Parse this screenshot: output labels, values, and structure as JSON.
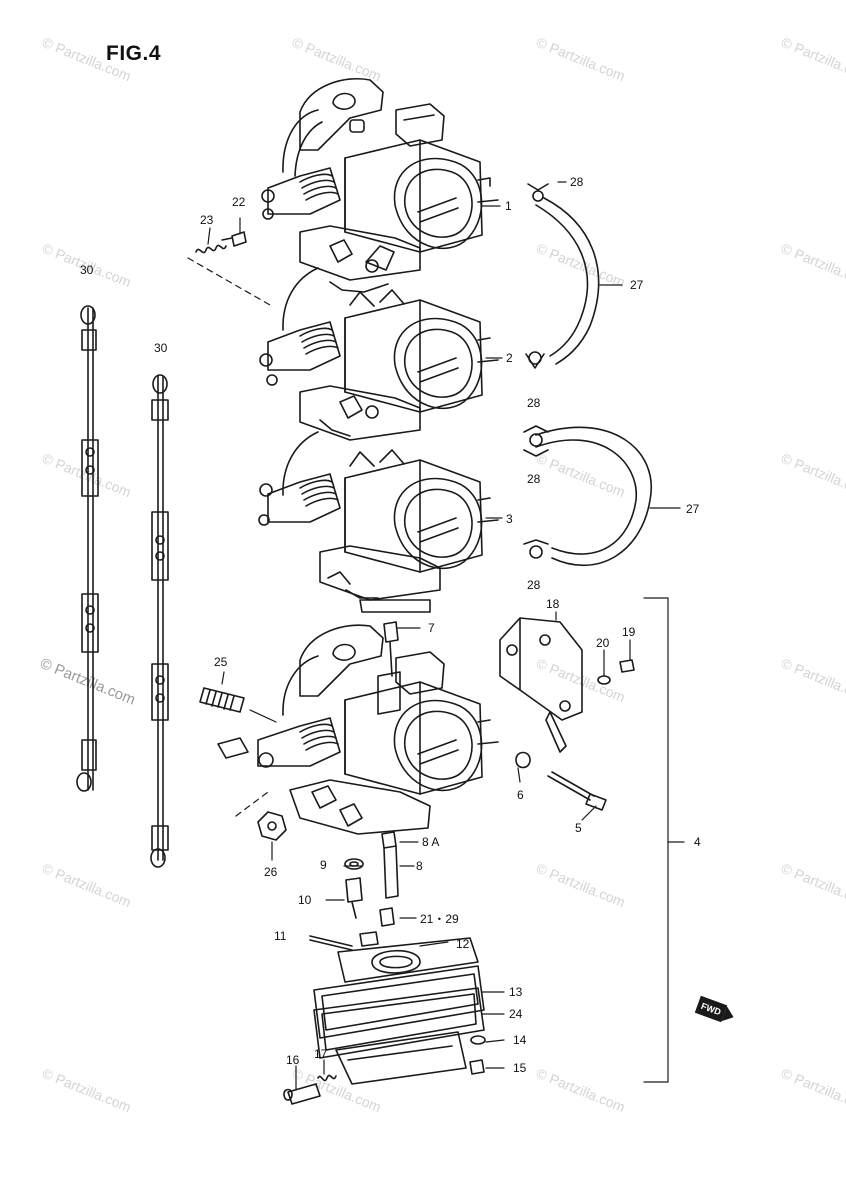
{
  "figure": {
    "title": "FIG.4"
  },
  "watermark": {
    "text": "© Partzilla.com"
  },
  "callouts": {
    "c1": "1",
    "c2": "2",
    "c3": "3",
    "c4": "4",
    "c5": "5",
    "c6": "6",
    "c7": "7",
    "c8": "8",
    "c8a": "8 A",
    "c9": "9",
    "c10": "10",
    "c11": "11",
    "c12": "12",
    "c13": "13",
    "c14": "14",
    "c15": "15",
    "c16": "16",
    "c17": "17",
    "c18": "18",
    "c19": "19",
    "c20": "20",
    "c21_29": "21・29",
    "c22": "22",
    "c23": "23",
    "c24": "24",
    "c25": "25",
    "c26": "26",
    "c27a": "27",
    "c27b": "27",
    "c28a": "28",
    "c28b": "28",
    "c28c": "28",
    "c28d": "28",
    "c30a": "30",
    "c30b": "30"
  },
  "fwd_label": "FWD"
}
